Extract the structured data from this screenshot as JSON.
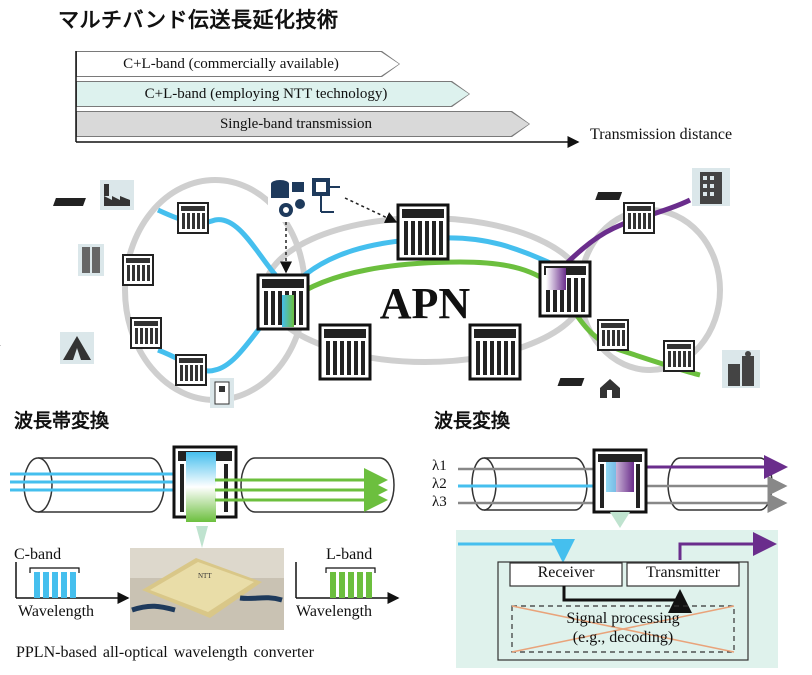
{
  "title": "マルチバンド伝送長延化技術",
  "bars": [
    {
      "label": "C+L-band (commercially available)"
    },
    {
      "label": "C+L-band (employing NTT technology)"
    },
    {
      "label": "Single-band transmission"
    }
  ],
  "axis_label": "Transmission distance",
  "network": {
    "label": "APN"
  },
  "band_conversion": {
    "title": "波長帯変換",
    "c_band_label": "C-band",
    "l_band_label": "L-band",
    "wavelength_left": "Wavelength",
    "wavelength_right": "Wavelength",
    "caption": "PPLN-based all-optical wavelength converter"
  },
  "wavelength_conversion": {
    "title": "波長変換",
    "lambdas": [
      "λ1",
      "λ2",
      "λ3"
    ],
    "receiver_label": "Receiver",
    "transmitter_label": "Transmitter",
    "signal_processing_line1": "Signal processing",
    "signal_processing_line2": "(e.g., decoding)"
  },
  "colors": {
    "cyan": "#45bfee",
    "green": "#6cbf3e",
    "purple": "#6a2d8c",
    "ring": "#cfcfcf",
    "bar_gray": "#d9d9d9",
    "bar_mint": "#ddf2ee",
    "panel_mint": "#dff2ec"
  },
  "icons": [
    "factory-icon",
    "server-rack-icon",
    "tent-icon",
    "hospital-icon",
    "controller-icon",
    "office-building-icon",
    "house-icon",
    "city-building-icon",
    "ppln-device-photo"
  ]
}
